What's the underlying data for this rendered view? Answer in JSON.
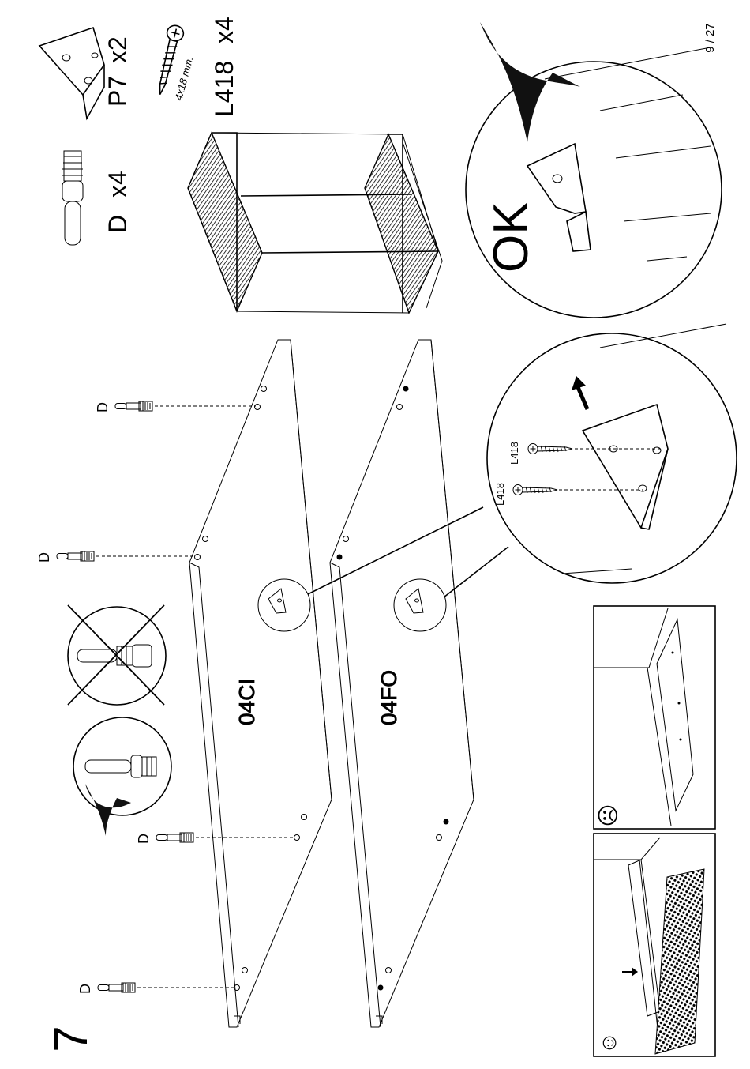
{
  "page": {
    "number": "9 / 27",
    "step": "7"
  },
  "parts": [
    {
      "code": "D",
      "qty": "x4"
    },
    {
      "code": "P7",
      "qty": "x2"
    },
    {
      "code": "L418",
      "qty": "x4"
    }
  ],
  "screw_spec": "4x18 mm.",
  "dowel_label": "D",
  "panels": {
    "upper": "04CI",
    "lower": "04FO"
  },
  "screw_label": "L418",
  "ok_label": "OK",
  "faces": {
    "happy": "☺",
    "sad": "☹"
  }
}
